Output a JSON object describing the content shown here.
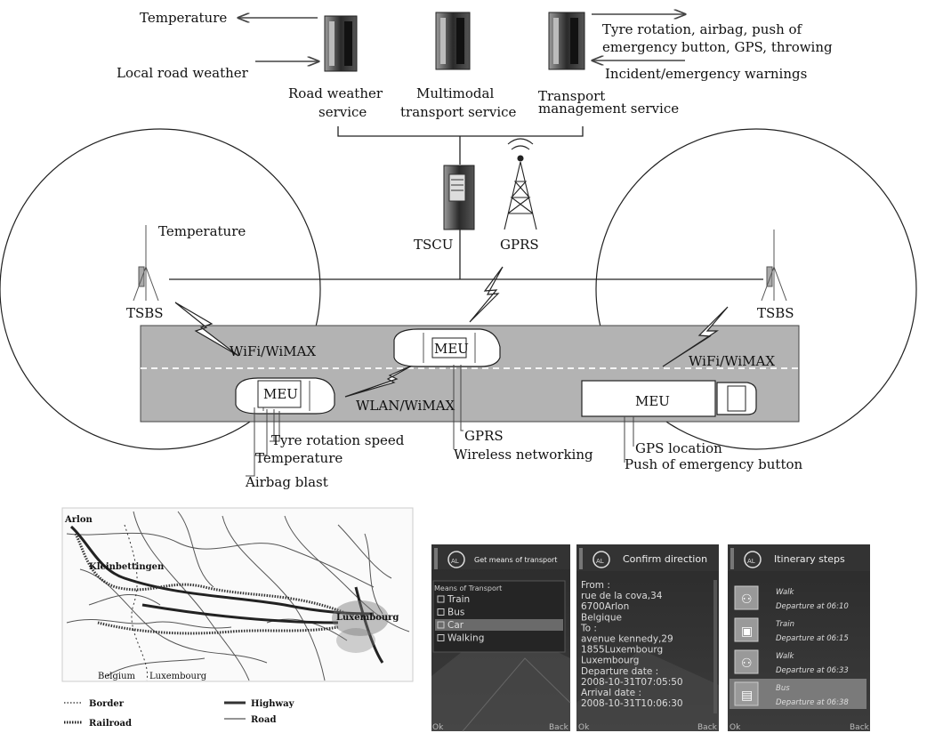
{
  "services": {
    "road_weather": {
      "line1": "Road weather",
      "line2": "service"
    },
    "multimodal": {
      "line1": "Multimodal",
      "line2": "transport service"
    },
    "transport_mgmt": {
      "line1": "Transport",
      "line2": "management service"
    }
  },
  "arrows": {
    "temperature_out": "Temperature",
    "local_road_weather_in": "Local road weather",
    "tyre_line1": "Tyre rotation, airbag, push of",
    "tyre_line2": "emergency button, GPS, throwing",
    "incident_warnings": "Incident/emergency warnings"
  },
  "infrastructure": {
    "tscu": "TSCU",
    "gprs": "GPRS",
    "tsbs_left": "TSBS",
    "tsbs_right": "TSBS",
    "temperature_sensor": "Temperature"
  },
  "road": {
    "wifi_left": "WiFi/WiMAX",
    "wifi_right": "WiFi/WiMAX",
    "wlan": "WLAN/WiMAX",
    "meu_center": "MEU",
    "meu_left": "MEU",
    "meu_truck": "MEU"
  },
  "sensors": {
    "tyre_speed": "Tyre rotation speed",
    "temperature": "Temperature",
    "airbag": "Airbag blast",
    "gprs": "GPRS",
    "wireless": "Wireless networking",
    "gps_location": "GPS location",
    "push_emergency": "Push of emergency button"
  },
  "map": {
    "arlon": "Arlon",
    "kleinbettingen": "Kleinbettingen",
    "luxembourg_city": "Luxembourg",
    "belgium": "Belgium",
    "luxembourg_country": "Luxembourg",
    "legend": {
      "border": "Border",
      "railroad": "Railroad",
      "highway": "Highway",
      "road": "Road"
    }
  },
  "phone1": {
    "title": "Get means of transport",
    "section": "Means of Transport",
    "options": [
      "Train",
      "Bus",
      "Car",
      "Walking"
    ],
    "left_soft": "Ok",
    "right_soft": "Back"
  },
  "phone2": {
    "title": "Confirm direction",
    "lines": [
      "From :",
      "rue de la cova,34",
      "6700Arlon",
      "Belgique",
      "To :",
      "avenue kennedy,29",
      "1855Luxembourg",
      "Luxembourg",
      "Departure date :",
      "2008-10-31T07:05:50",
      "Arrival date :",
      "2008-10-31T10:06:30"
    ],
    "left_soft": "Ok",
    "right_soft": "Back"
  },
  "phone3": {
    "title": "Itinerary steps",
    "steps": [
      {
        "mode": "Walk",
        "time": "Departure at 06:10"
      },
      {
        "mode": "Train",
        "time": "Departure at 06:15"
      },
      {
        "mode": "Walk",
        "time": "Departure at 06:33"
      },
      {
        "mode": "Bus",
        "time": "Departure at 06:38"
      }
    ],
    "left_soft": "Ok",
    "right_soft": "Back"
  },
  "icons": [
    "server-icon",
    "tower-icon",
    "antenna-icon",
    "car-icon",
    "truck-icon",
    "lightning-icon",
    "walk-icon",
    "train-icon",
    "bus-icon",
    "checkbox-icon"
  ]
}
